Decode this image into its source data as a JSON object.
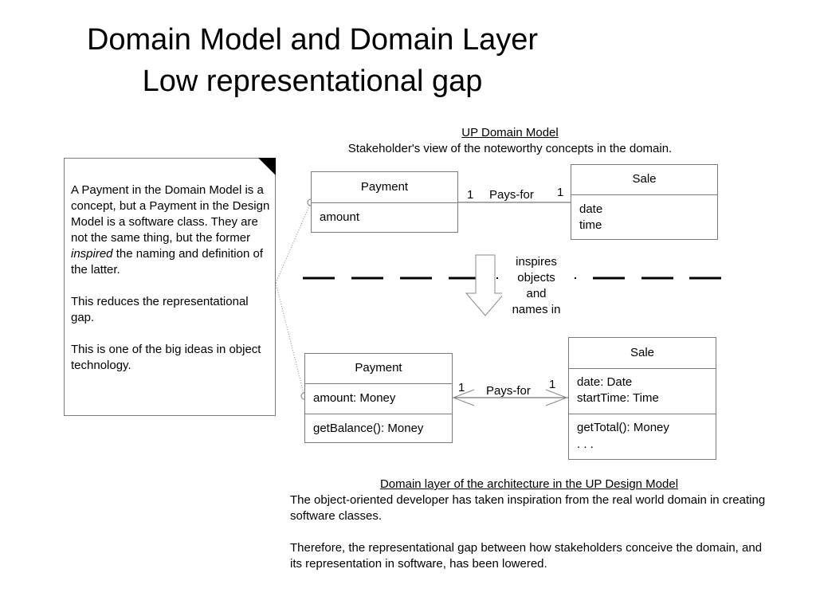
{
  "title": {
    "line1": "Domain Model and Domain Layer",
    "line2": "Low representational gap"
  },
  "domain_model": {
    "heading": "UP Domain Model",
    "subheading": "Stakeholder's view of the noteworthy concepts in the domain.",
    "payment": {
      "name": "Payment",
      "attrs": [
        "amount"
      ]
    },
    "sale": {
      "name": "Sale",
      "attrs": [
        "date",
        "time"
      ]
    },
    "association": {
      "label": "Pays-for",
      "left_mult": "1",
      "right_mult": "1"
    }
  },
  "inspires_label": [
    "inspires",
    "objects",
    "and",
    "names in"
  ],
  "note": {
    "para1_before": "A Payment in the Domain Model is a concept, but a Payment in the Design Model is a software class. They are not the same thing, but the former ",
    "para1_italic": "inspired",
    "para1_after": " the naming and definition of the latter.",
    "para2": "This reduces the representational gap.",
    "para3": "This is one of the big ideas in object technology."
  },
  "design_model": {
    "payment": {
      "name": "Payment",
      "attrs": [
        "amount: Money"
      ],
      "ops": [
        "getBalance(): Money"
      ]
    },
    "sale": {
      "name": "Sale",
      "attrs": [
        "date: Date",
        "startTime: Time"
      ],
      "ops": [
        "getTotal(): Money",
        ". . ."
      ]
    },
    "association": {
      "label": "Pays-for",
      "left_mult": "1",
      "right_mult": "1"
    }
  },
  "bottom": {
    "heading": "Domain layer of the architecture in the UP Design Model",
    "para1": "The object-oriented developer has taken inspiration from the real world domain in creating software classes.",
    "para2": "Therefore, the representational gap between how stakeholders conceive the domain, and its representation in software, has been lowered."
  }
}
